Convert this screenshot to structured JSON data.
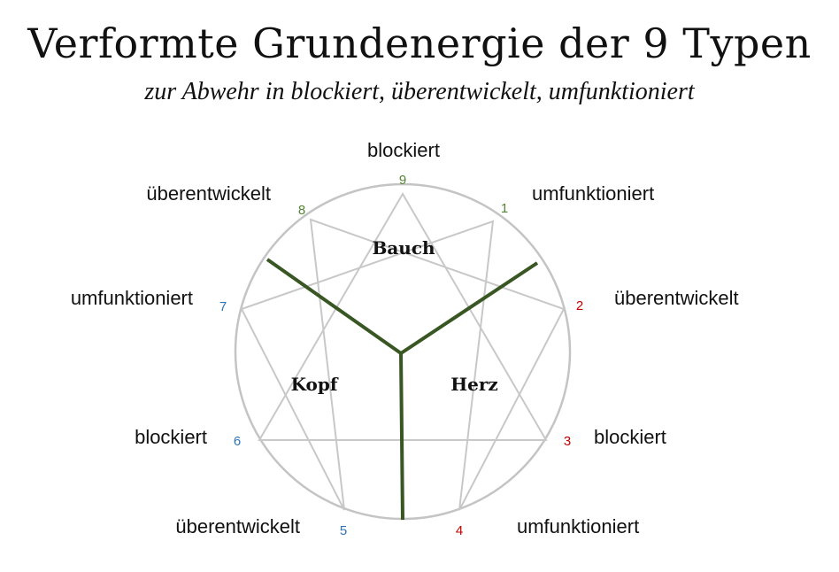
{
  "title": "Verformte Grundenergie der 9 Typen",
  "subtitle": "zur Abwehr in blockiert, überentwickelt, umfunktioniert",
  "colors": {
    "circle": "#c4c4c4",
    "lines": "#c8c8c8",
    "divider": "#385723",
    "gut_numbers": "#548235",
    "heart_numbers": "#c00000",
    "head_numbers": "#2e75b6"
  },
  "centers": {
    "gut": "Bauch",
    "heart": "Herz",
    "head": "Kopf"
  },
  "points": [
    {
      "number": "9",
      "label": "blockiert"
    },
    {
      "number": "1",
      "label": "umfunktioniert"
    },
    {
      "number": "2",
      "label": "überentwickelt"
    },
    {
      "number": "3",
      "label": "blockiert"
    },
    {
      "number": "4",
      "label": "umfunktioniert"
    },
    {
      "number": "5",
      "label": "überentwickelt"
    },
    {
      "number": "6",
      "label": "blockiert"
    },
    {
      "number": "7",
      "label": "umfunktioniert"
    },
    {
      "number": "8",
      "label": "überentwickelt"
    }
  ]
}
